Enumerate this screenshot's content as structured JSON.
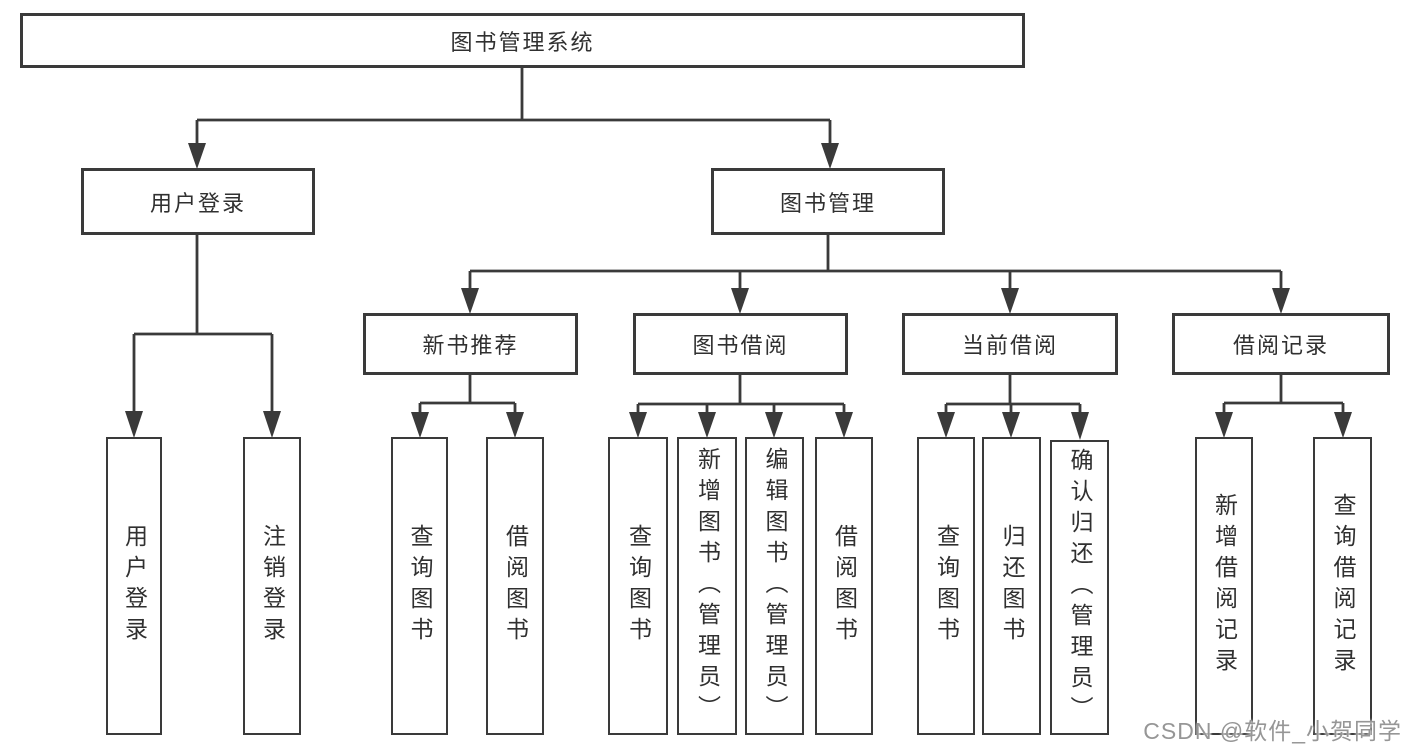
{
  "diagram": {
    "title": "图书管理系统",
    "children": [
      {
        "label": "用户登录",
        "children": [
          {
            "label": "用户登录"
          },
          {
            "label": "注销登录"
          }
        ]
      },
      {
        "label": "图书管理",
        "children": [
          {
            "label": "新书推荐",
            "children": [
              {
                "label": "查询图书"
              },
              {
                "label": "借阅图书"
              }
            ]
          },
          {
            "label": "图书借阅",
            "children": [
              {
                "label": "查询图书"
              },
              {
                "label": "新增图书（管理员）"
              },
              {
                "label": "编辑图书（管理员）"
              },
              {
                "label": "借阅图书"
              }
            ]
          },
          {
            "label": "当前借阅",
            "children": [
              {
                "label": "查询图书"
              },
              {
                "label": "归还图书"
              },
              {
                "label": "确认归还（管理员）"
              }
            ]
          },
          {
            "label": "借阅记录",
            "children": [
              {
                "label": "新增借阅记录"
              },
              {
                "label": "查询借阅记录"
              }
            ]
          }
        ]
      }
    ]
  },
  "watermark": {
    "text": "CSDN @软件_小贺同学"
  },
  "colors": {
    "line": "#3a3a3a",
    "box_border": "#3a3a3a",
    "text": "#303030",
    "watermark": "#969696",
    "background": "#ffffff"
  }
}
